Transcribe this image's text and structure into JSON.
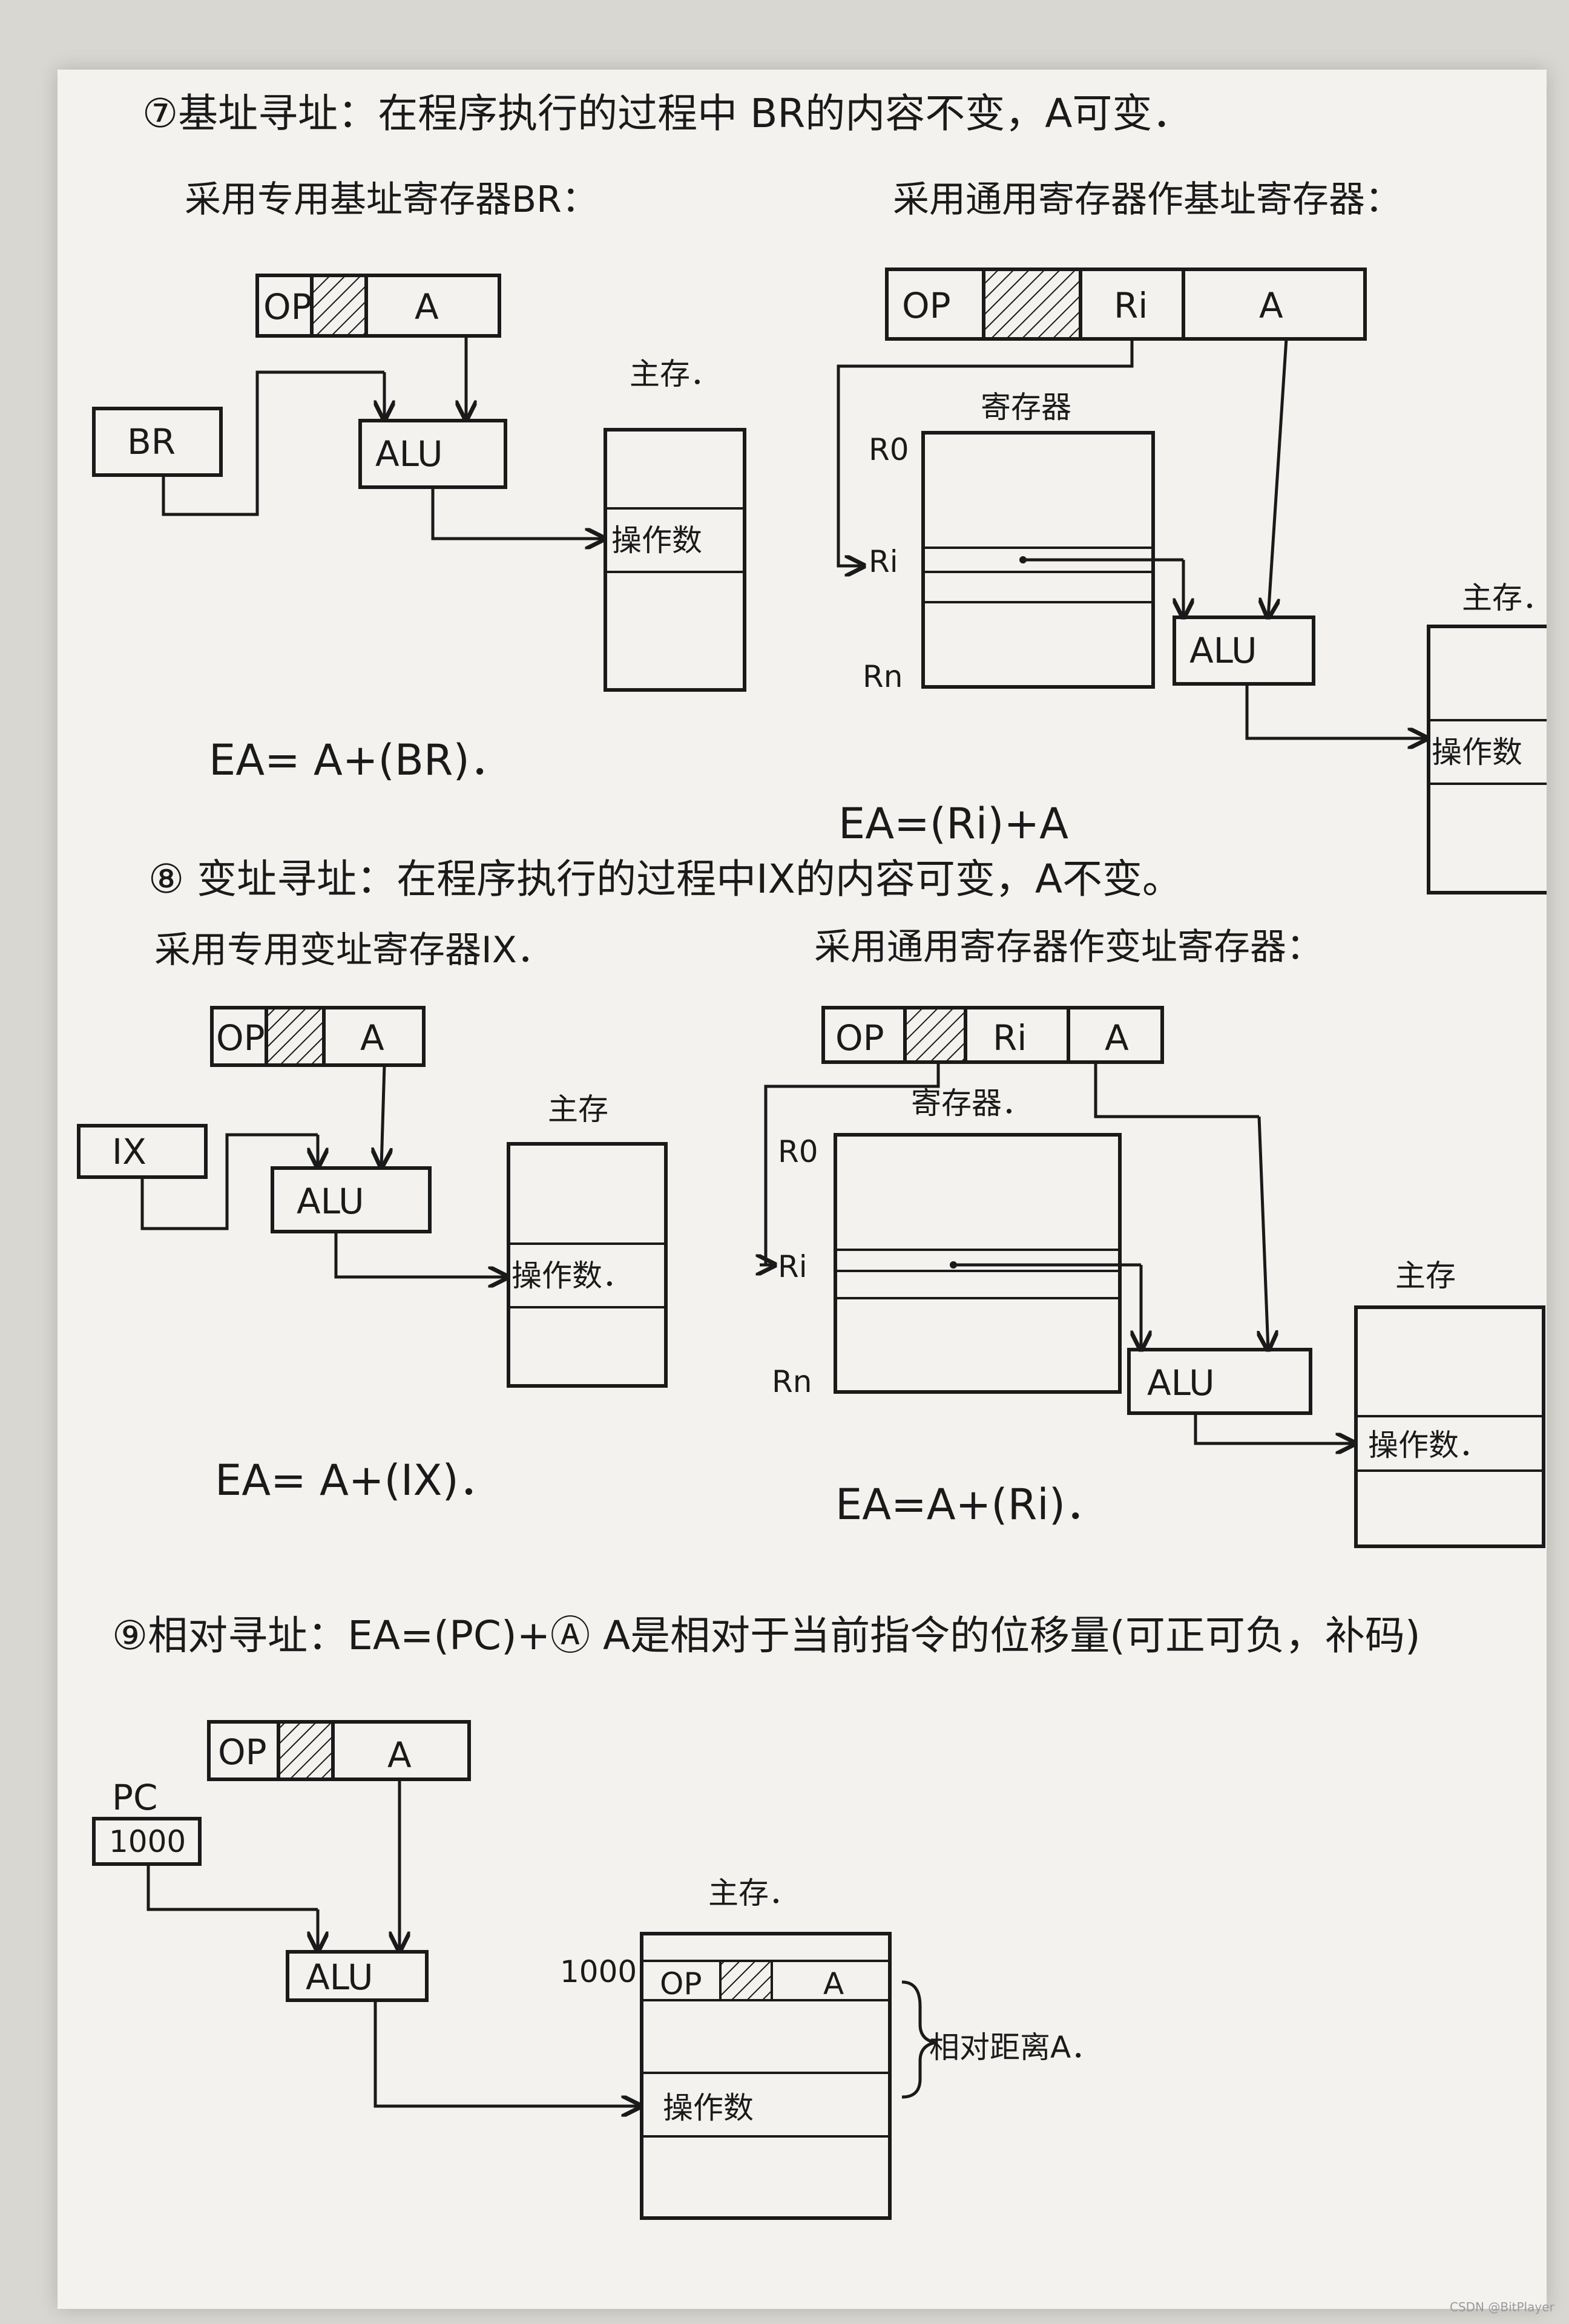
{
  "sec7": {
    "title": "⑦基址寻址：在程序执行的过程中 BR的内容不变，A可变．",
    "left_caption": "采用专用基址寄存器BR：",
    "right_caption": "采用通用寄存器作基址寄存器：",
    "instr_left": {
      "op": "OP",
      "a": "A"
    },
    "instr_right": {
      "op": "OP",
      "ri": "Ri",
      "a": "A"
    },
    "br": "BR",
    "alu": "ALU",
    "mem": "主存．",
    "operand": "操作数",
    "regfile": "寄存器",
    "r0": "R0",
    "ri": "Ri",
    "rn": "Rn",
    "eq_left": "EA= A+(BR)．",
    "eq_right": "EA=(Ri)+A"
  },
  "sec8": {
    "title": "⑧ 变址寻址：在程序执行的过程中IX的内容可变，A不变。",
    "left_caption": "采用专用变址寄存器IX．",
    "right_caption": "采用通用寄存器作变址寄存器：",
    "instr_left": {
      "op": "OP",
      "a": "A"
    },
    "instr_right": {
      "op": "OP",
      "ri": "Ri",
      "a": "A"
    },
    "ix": "IX",
    "alu": "ALU",
    "mem": "主存",
    "operand": "操作数．",
    "regfile": "寄存器．",
    "r0": "R0",
    "ri": "Ri",
    "rn": "Rn",
    "eq_left": "EA= A+(IX)．",
    "eq_right": "EA=A+(Ri)．"
  },
  "sec9": {
    "title": "⑨相对寻址：EA=(PC)+Ⓐ A是相对于当前指令的位移量(可正可负，补码)",
    "instr": {
      "op": "OP",
      "a": "A"
    },
    "pc_label": "PC",
    "pc_value": "1000",
    "alu": "ALU",
    "mem": "主存．",
    "addr": "1000",
    "mem_instr": {
      "op": "OP",
      "a": "A"
    },
    "operand": "操作数",
    "brace_label": "相对距离A．"
  },
  "watermark": "CSDN @BitPlayer"
}
